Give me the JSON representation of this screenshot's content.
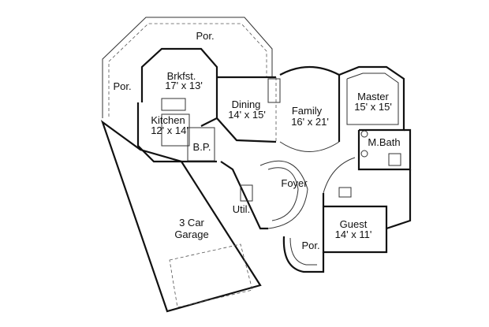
{
  "rooms": {
    "porch_top": {
      "name": "Por."
    },
    "breakfast": {
      "name": "Brkfst.",
      "size": "17' x 13'"
    },
    "porch_left": {
      "name": "Por."
    },
    "kitchen": {
      "name": "Kitchen",
      "size": "12' x 14'"
    },
    "dining": {
      "name": "Dining",
      "size": "14' x 15'"
    },
    "family": {
      "name": "Family",
      "size": "16' x 21'"
    },
    "master": {
      "name": "Master",
      "size": "15' x 15'"
    },
    "master_bath": {
      "name": "M.Bath"
    },
    "butler_pantry": {
      "name": "B.P."
    },
    "foyer": {
      "name": "Foyer"
    },
    "utility": {
      "name": "Util."
    },
    "garage": {
      "name_line1": "3 Car",
      "name_line2": "Garage"
    },
    "guest": {
      "name": "Guest",
      "size": "14' x 11'"
    },
    "porch_front": {
      "name": "Por."
    }
  }
}
